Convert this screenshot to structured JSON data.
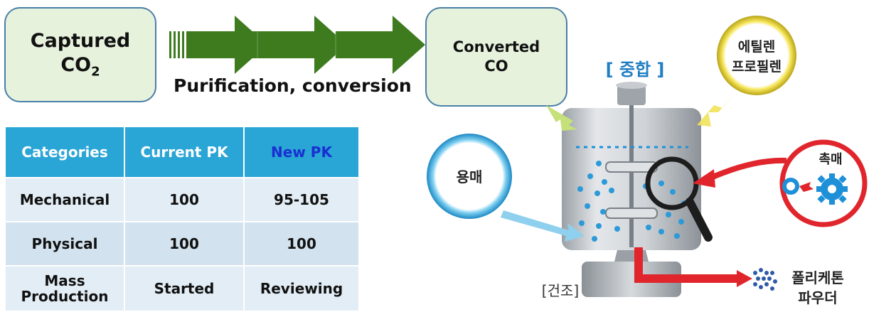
{
  "flow": {
    "source_line1": "Captured",
    "source_line2": "CO",
    "source_sub": "2",
    "process_label": "Purification, conversion",
    "target_line1": "Converted",
    "target_line2": "CO"
  },
  "table": {
    "headers": [
      "Categories",
      "Current PK",
      "New PK"
    ],
    "rows": [
      [
        "Mechanical",
        "100",
        "95-105"
      ],
      [
        "Physical",
        "100",
        "100"
      ],
      [
        "Mass\nProduction",
        "Started",
        "Reviewing"
      ]
    ]
  },
  "reactor": {
    "title": "[ 중합 ]",
    "ethylene": "에틸렌",
    "propylene": "프로필렌",
    "solvent": "용매",
    "catalyst": "촉매",
    "drying": "[건조]",
    "product_line1": "폴리케톤",
    "product_line2": "파우더"
  },
  "colors": {
    "box_fill": "#e6f2dc",
    "box_border": "#4a7fa8",
    "arrow_green": "#3e7b1f",
    "header_blue": "#29a5d6",
    "new_pk_text": "#1a2fd1",
    "row_fill": "#e2edf5"
  }
}
